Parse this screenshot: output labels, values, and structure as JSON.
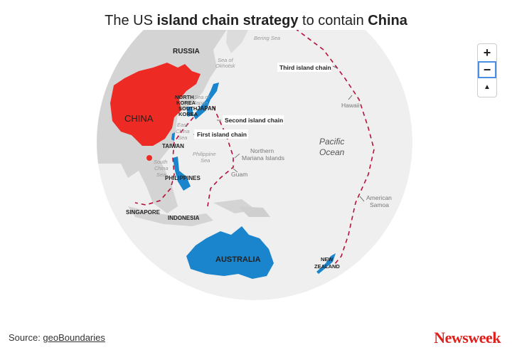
{
  "title": {
    "pre": "The US ",
    "bold1": "island chain strategy",
    "mid": " to contain ",
    "bold2": "China"
  },
  "colors": {
    "china": "#ee2a24",
    "allies": "#1a85cc",
    "chain": "#b5123a",
    "ocean": "#efefef",
    "land": "#d4d4d4"
  },
  "labels": {
    "russia": "RUSSIA",
    "china": "CHINA",
    "north_korea_1": "NORTH",
    "north_korea_2": "KOREA",
    "south_korea_1": "SOUTH",
    "south_korea_2": "KOREA",
    "japan": "JAPAN",
    "taiwan": "TAIWAN",
    "philippines": "PHILIPPINES",
    "singapore": "SINGAPORE",
    "indonesia": "INDONESIA",
    "australia": "AUSTRALIA",
    "new_zealand_1": "NEW",
    "new_zealand_2": "ZEALAND",
    "bering_sea": "Bering Sea",
    "okhotsk_1": "Sea of",
    "okhotsk_2": "Okhotsk",
    "sea_japan_1": "Sea of",
    "sea_japan_2": "Japan",
    "east_china_1": "East",
    "east_china_2": "China",
    "east_china_3": "Sea",
    "south_china_1": "South",
    "south_china_2": "China",
    "south_china_3": "Sea",
    "philippine_sea_1": "Philippine",
    "philippine_sea_2": "Sea",
    "pacific_1": "Pacific",
    "pacific_2": "Ocean",
    "hawaii": "Hawaii",
    "guam": "Guam",
    "nmi_1": "Northern",
    "nmi_2": "Mariana Islands",
    "samoa_1": "American",
    "samoa_2": "Samoa",
    "first_chain": "First island chain",
    "second_chain": "Second island chain",
    "third_chain": "Third island chain"
  },
  "zoom_controls": {
    "zoom_in": "+",
    "zoom_out": "−",
    "reset": "▲"
  },
  "source": {
    "prefix": "Source: ",
    "link": "geoBoundaries"
  },
  "brand": "Newsweek"
}
